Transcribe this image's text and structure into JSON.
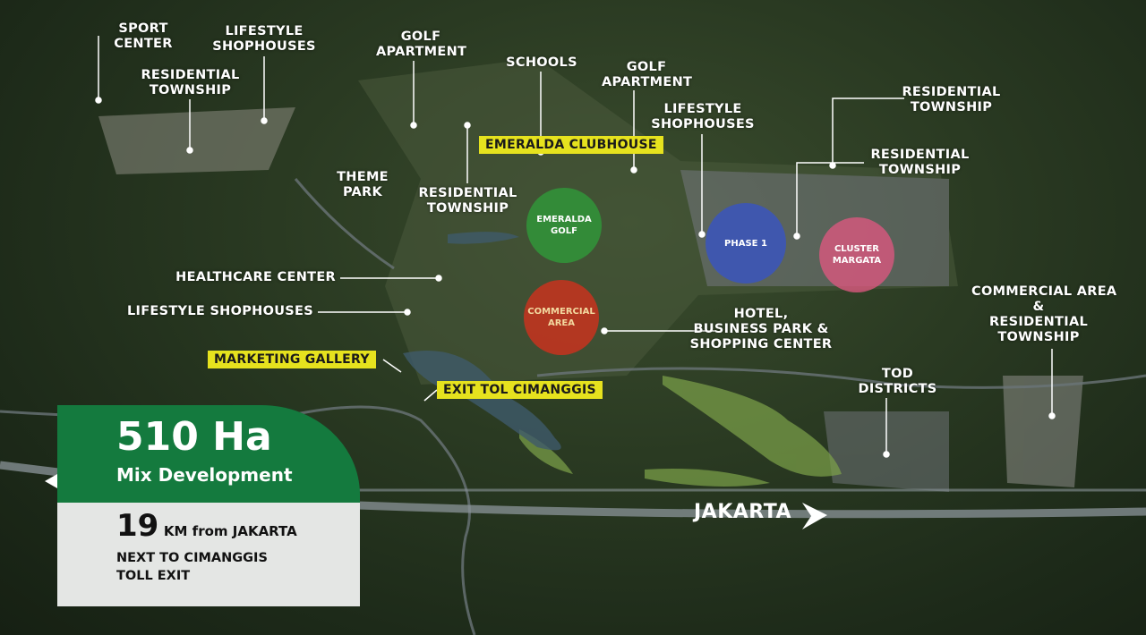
{
  "labels": {
    "sport_center": "SPORT\nCENTER",
    "lifestyle_shophouses_1": "LIFESTYLE\nSHOPHOUSES",
    "residential_township_1": "RESIDENTIAL\nTOWNSHIP",
    "golf_apartment_1": "GOLF\nAPARTMENT",
    "schools": "SCHOOLS",
    "golf_apartment_2": "GOLF\nAPARTMENT",
    "lifestyle_shophouses_2": "LIFESTYLE\nSHOPHOUSES",
    "residential_township_2": "RESIDENTIAL\nTOWNSHIP",
    "residential_township_3": "RESIDENTIAL\nTOWNSHIP",
    "theme_park": "THEME\nPARK",
    "residential_township_4": "RESIDENTIAL\nTOWNSHIP",
    "healthcare_center": "HEALTHCARE CENTER",
    "lifestyle_shophouses_3": "LIFESTYLE SHOPHOUSES",
    "hotel": "HOTEL,\nBUSINESS PARK &\nSHOPPING CENTER",
    "tod_districts": "TOD\nDISTRICTS",
    "commercial_residential": "COMMERCIAL AREA\n&\nRESIDENTIAL\nTOWNSHIP"
  },
  "highlights": {
    "clubhouse": "EMERALDA CLUBHOUSE",
    "marketing_gallery": "MARKETING GALLERY",
    "exit_tol": "EXIT TOL CIMANGGIS"
  },
  "zones": {
    "emeralda_golf": "EMERALDA\nGOLF",
    "phase1": "PHASE 1",
    "cluster_margata": "CLUSTER\nMARGATA",
    "commercial_area": "COMMERCIAL\nAREA"
  },
  "colors": {
    "green_zone": "#2f9a3a",
    "blue_zone": "#3553c9",
    "pink_zone": "#d9577e",
    "red_zone": "#c8321e",
    "highlight": "#e6e21e",
    "brand_green": "#147a3e"
  },
  "road_label": "JAKARTA",
  "info": {
    "area": "510 Ha",
    "type": "Mix Development",
    "distance": "19",
    "distance_text": "KM from JAKARTA",
    "access": "NEXT TO CIMANGGIS\nTOLL EXIT"
  }
}
